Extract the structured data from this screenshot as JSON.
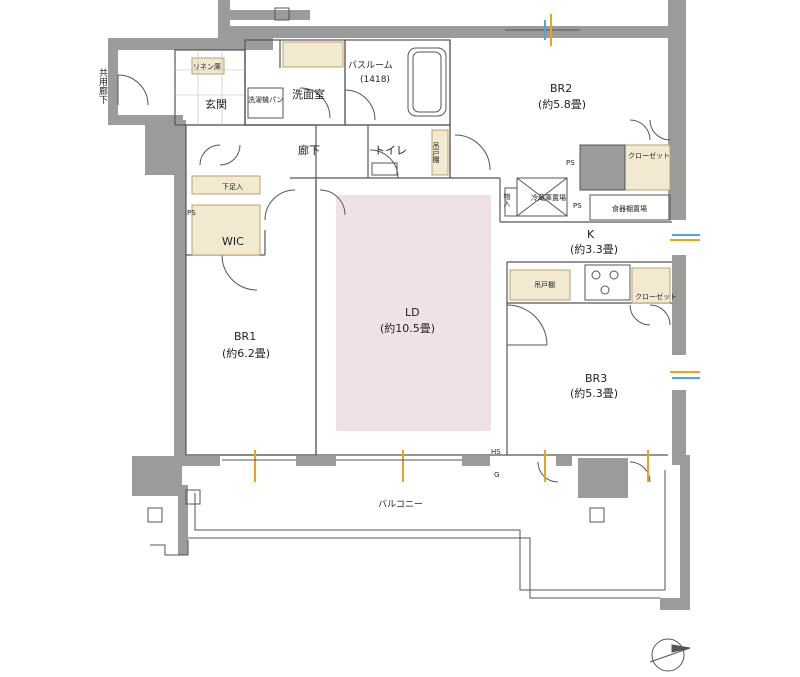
{
  "labels": {
    "corridor_shared": "共用廊下",
    "entrance": "玄関",
    "linen": "リネン庫",
    "washer": "洗濯機パン",
    "washroom": "洗面室",
    "bath": "バスルーム",
    "bath_size": "(1418)",
    "hall": "廊下",
    "toilet": "トイレ",
    "toilet_shelf": "吊戸棚",
    "shoe": "下足入",
    "ps1": "PS",
    "wic": "WIC",
    "br1": "BR1",
    "br1_size": "(約6.2畳)",
    "ld": "LD",
    "ld_size": "(約10.5畳)",
    "br2": "BR2",
    "br2_size": "(約5.8畳)",
    "ps2": "PS",
    "closet2": "クローゼット",
    "storage": "物入",
    "fridge": "冷蔵庫置場",
    "ps3": "PS",
    "dish": "食器棚置場",
    "k": "K",
    "k_size": "(約3.3畳)",
    "upper_cab": "吊戸棚",
    "closet3": "クローゼット",
    "br3": "BR3",
    "br3_size": "(約5.3畳)",
    "hs": "HS",
    "g": "G",
    "balcony": "バルコニー"
  },
  "colors": {
    "wall": "#9b9b9b",
    "line": "#555555",
    "ld_fill": "#efe1e6",
    "cabinet": "#f1ead0",
    "cabinet_line": "#b9a36a",
    "window_accent": "#e6a51a",
    "window_blue": "#4aa9d6"
  }
}
